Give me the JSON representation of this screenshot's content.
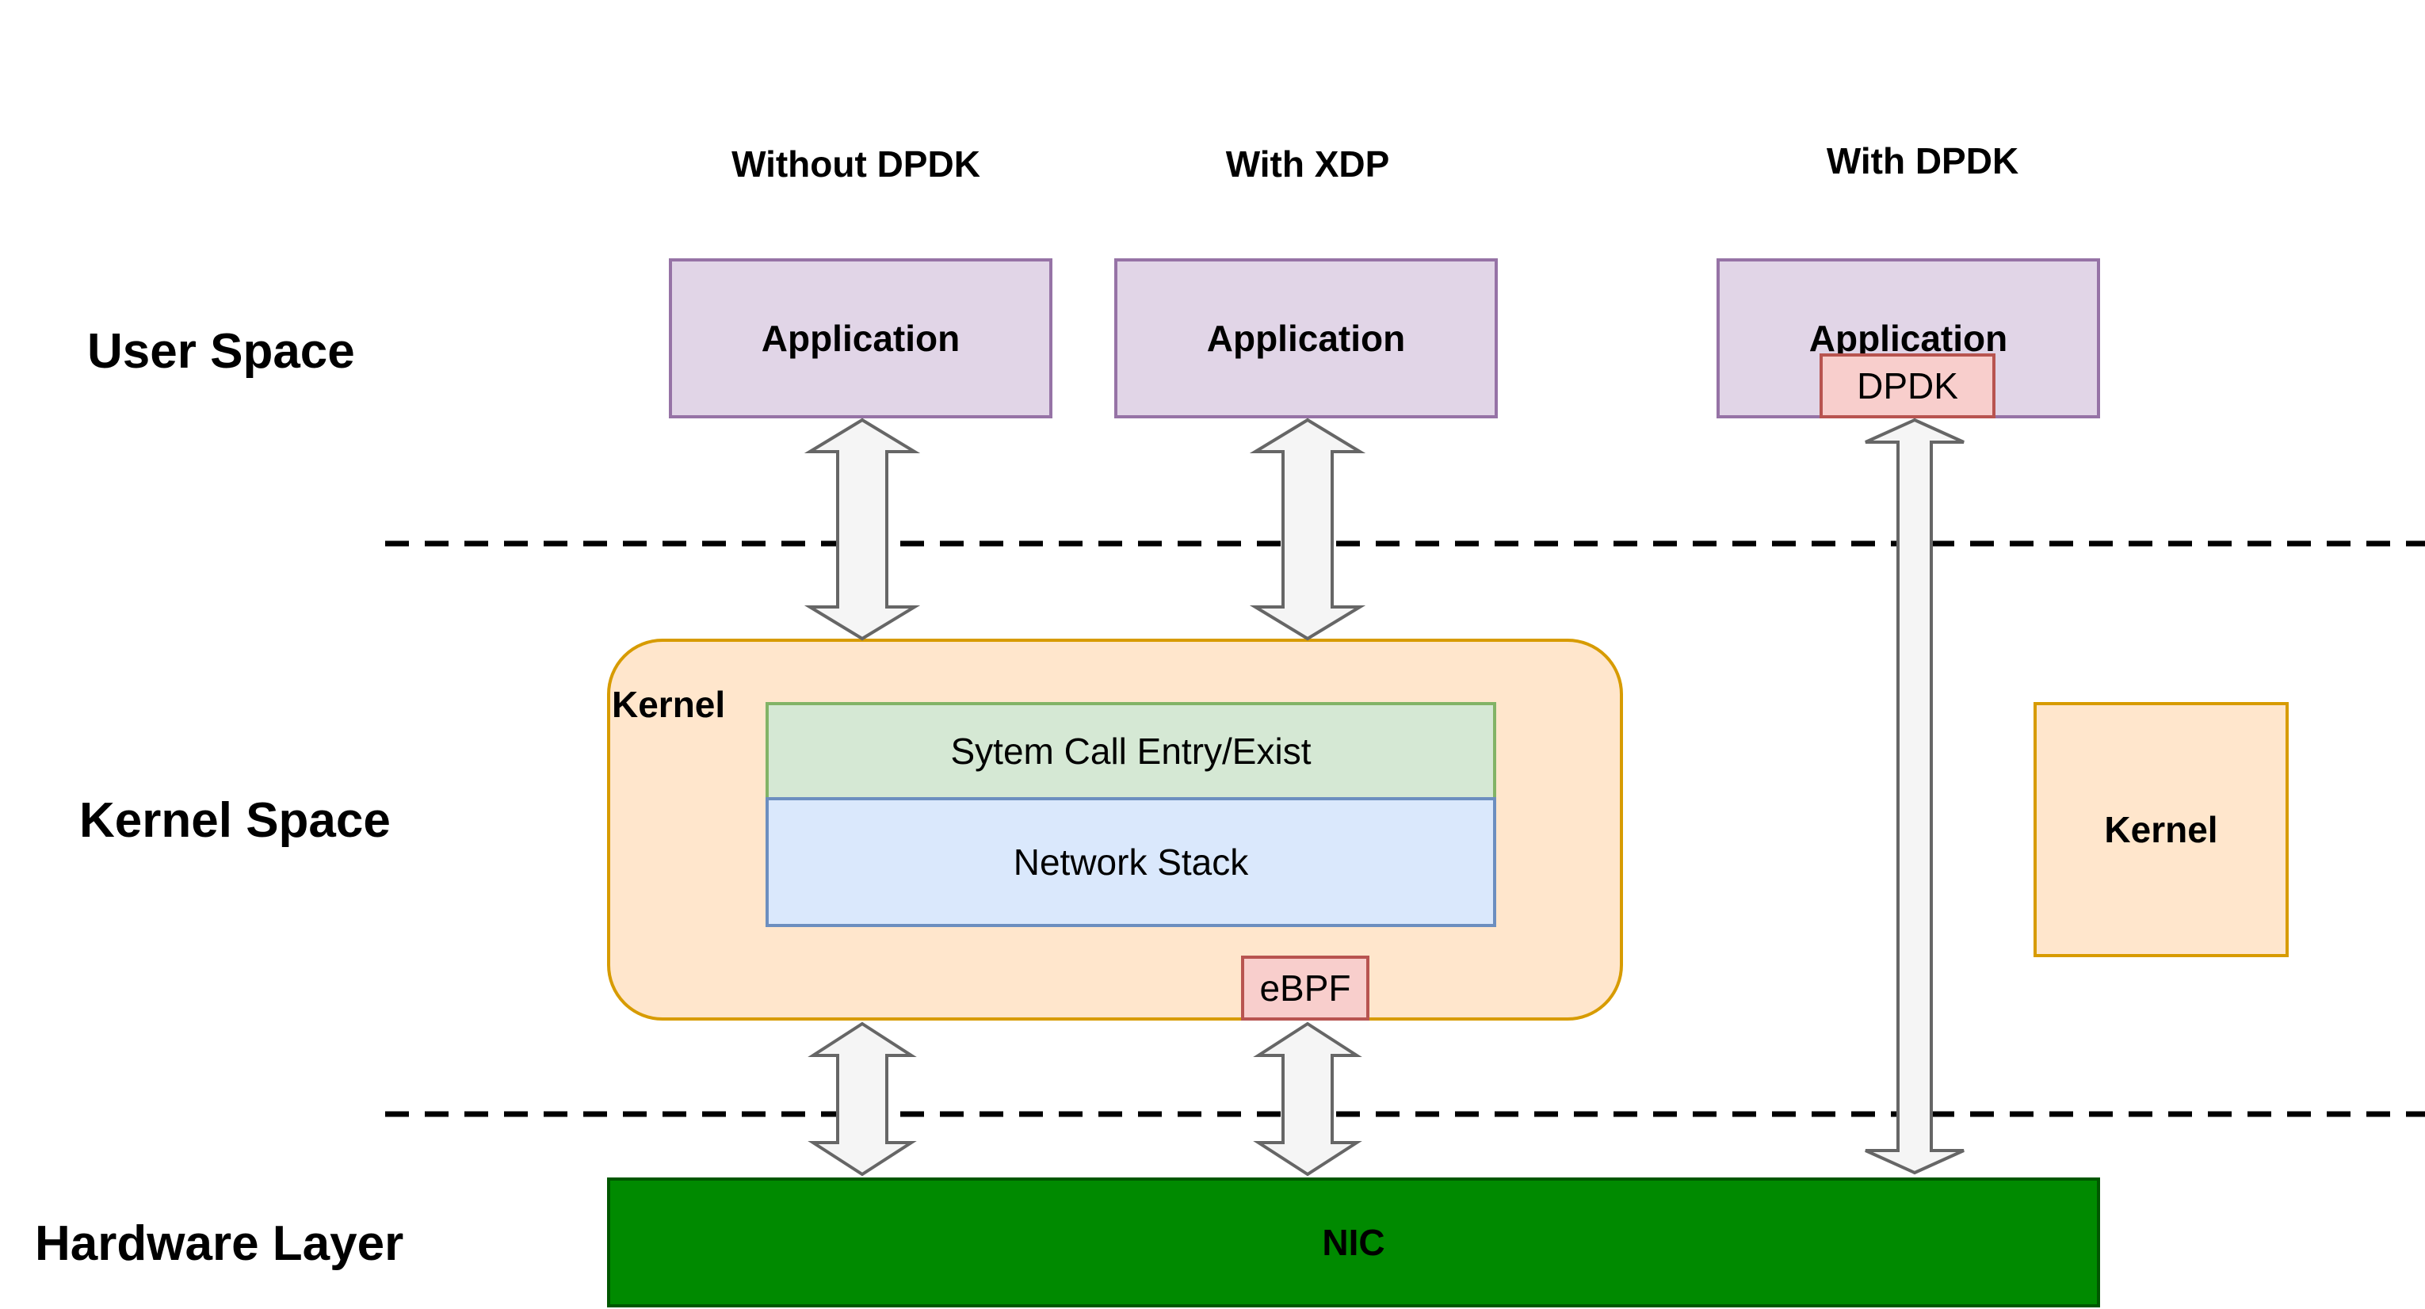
{
  "layers": {
    "user": "User Space",
    "kernel": "Kernel Space",
    "hardware": "Hardware Layer"
  },
  "columns": {
    "without_dpdk": "Without DPDK",
    "with_xdp": "With XDP",
    "with_dpdk": "With DPDK"
  },
  "boxes": {
    "application": "Application",
    "kernel": "Kernel",
    "syscall": "Sytem Call Entry/Exist",
    "network_stack": "Network Stack",
    "ebpf": "eBPF",
    "dpdk": "DPDK",
    "nic": "NIC"
  },
  "colors": {
    "application_fill": "#e1d5e7",
    "kernel_fill": "#ffe6cc",
    "syscall_fill": "#d5e8d4",
    "network_stack_fill": "#dae8fc",
    "hook_fill": "#f8cecc",
    "nic_fill": "#008a00",
    "arrow_fill": "#f5f5f5",
    "arrow_stroke": "#666666"
  }
}
